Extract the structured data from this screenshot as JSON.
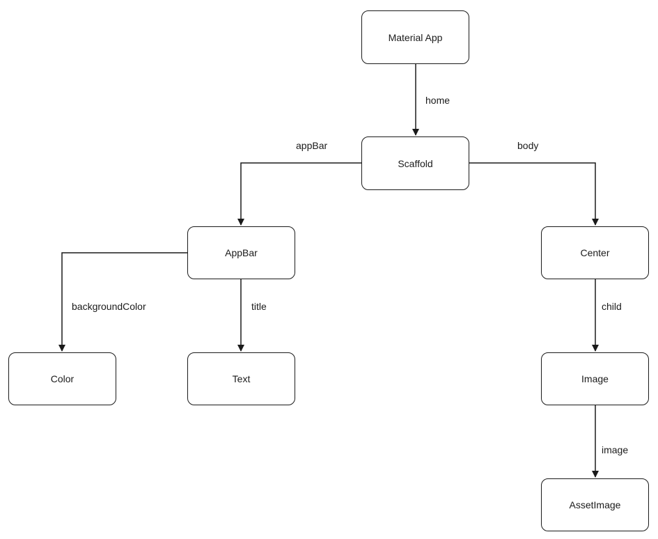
{
  "nodes": {
    "material_app": "Material App",
    "scaffold": "Scaffold",
    "appbar": "AppBar",
    "center": "Center",
    "color": "Color",
    "text": "Text",
    "image": "Image",
    "asset_image": "AssetImage"
  },
  "edges": {
    "home": "home",
    "appbar": "appBar",
    "body": "body",
    "background_color": "backgroundColor",
    "title": "title",
    "child": "child",
    "image": "image"
  }
}
